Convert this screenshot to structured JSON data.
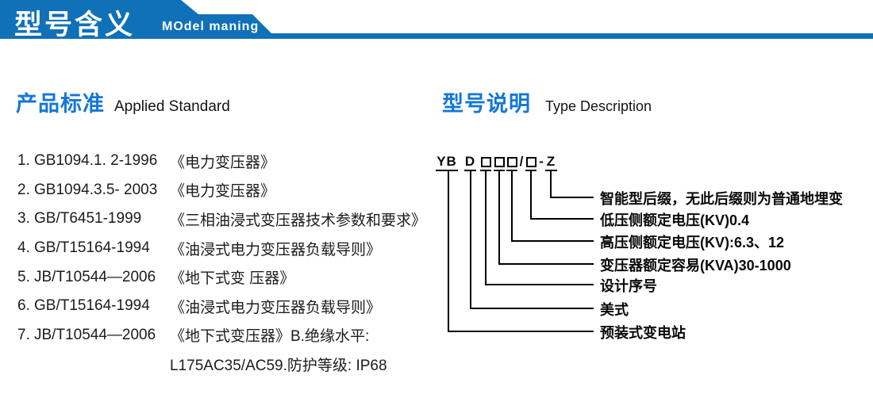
{
  "header": {
    "title": "型号含义",
    "subtitle": "MOdel maning"
  },
  "sections": {
    "standards": {
      "title_zh": "产品标准",
      "title_en": "Applied Standard"
    },
    "type_desc": {
      "title_zh": "型号说明",
      "title_en": "Type Description"
    }
  },
  "standards_list": {
    "items": [
      {
        "num": "1.",
        "code": "GB1094.1. 2-1996",
        "title": "《电力变压器》"
      },
      {
        "num": "2.",
        "code": "GB1094.3.5- 2003",
        "title": "《电力变压器》"
      },
      {
        "num": "3.",
        "code": "GB/T6451-1999",
        "title": "《三相油浸式变压器技术参数和要求》"
      },
      {
        "num": "4.",
        "code": "GB/T15164-1994",
        "title": "《油浸式电力变压器负载导则》"
      },
      {
        "num": "5.",
        "code": "JB/T10544—2006",
        "title": "《地下式变 压器》"
      },
      {
        "num": "6.",
        "code": "GB/T15164-1994",
        "title": "《油浸式电力变压器负载导则》"
      },
      {
        "num": "7.",
        "code": "JB/T10544—2006",
        "title": "《地下式变压器》B.绝缘水平:"
      }
    ],
    "continuation": "L175AC35/AC59.防护等级: IP68"
  },
  "diagram": {
    "model_code": {
      "prefix": "YB",
      "type_letter": "D",
      "separator": "/",
      "hyphen": "-",
      "suffix": "Z",
      "placeholder_symbol": "□",
      "placeholders_before_slash": 3,
      "placeholders_after_slash": 1
    },
    "labels": [
      "智能型后缀，无此后缀则为普通地埋变",
      "低压侧额定电压(KV)0.4",
      "高压侧额定电压(KV):6.3、12",
      "变压器额定容易(KVA)30-1000",
      "设计序号",
      "美式",
      "预装式变电站"
    ]
  },
  "colors": {
    "header_blue": "#1070b8",
    "heading_blue": "#1377d8",
    "text_dark": "#1c1c1c"
  }
}
